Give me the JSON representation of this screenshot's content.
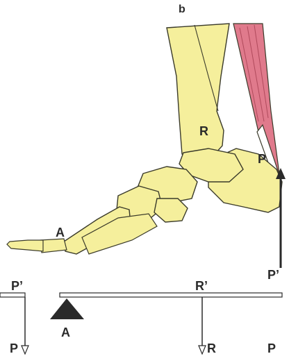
{
  "panel_label": "b",
  "foot": {
    "bone_fill": "#f5ef9c",
    "outline": "#3a3a2a",
    "muscle_fill": "#e07a8c",
    "label_tibia": "R",
    "label_heel": "P",
    "label_toe": "A"
  },
  "lever": {
    "bar_fill": "#ffffff",
    "arrow_up_label": "P’",
    "left_top_label": "P’",
    "left_bottom_label": "P",
    "fulcrum_label": "A",
    "middle_top_label": "R’",
    "middle_bottom_label": "R",
    "right_bottom_label": "P"
  }
}
